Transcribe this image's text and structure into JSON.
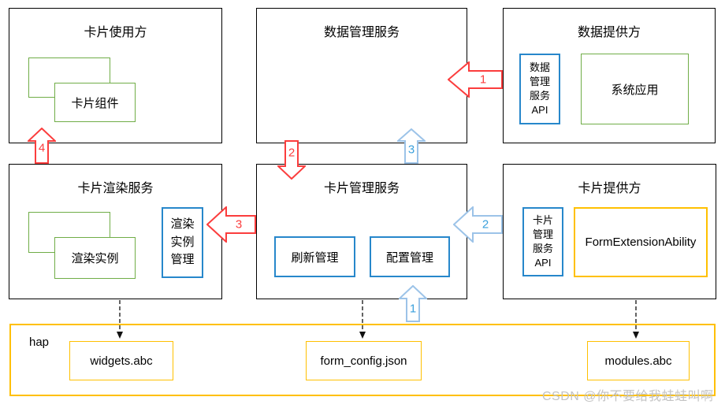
{
  "diagram": {
    "card_user": {
      "title": "卡片使用方",
      "component": "卡片组件"
    },
    "data_service": {
      "title": "数据管理服务"
    },
    "data_provider": {
      "title": "数据提供方",
      "api": "数据\n管理\n服务\nAPI",
      "system_app": "系统应用"
    },
    "render_service": {
      "title": "卡片渲染服务",
      "instance": "渲染实例",
      "instance_mgmt": "渲染\n实例\n管理"
    },
    "card_service": {
      "title": "卡片管理服务",
      "refresh": "刷新管理",
      "config": "配置管理"
    },
    "card_provider": {
      "title": "卡片提供方",
      "api": "卡片\n管理\n服务\nAPI",
      "form_ability": "FormExtensionAbility"
    },
    "hap": {
      "label": "hap",
      "widgets": "widgets.abc",
      "form_config": "form_config.json",
      "modules": "modules.abc"
    }
  },
  "arrows": {
    "red_1": "1",
    "red_2": "2",
    "red_3": "3",
    "red_4": "4",
    "blue_1": "1",
    "blue_2": "2",
    "blue_3": "3"
  },
  "colors": {
    "red_arrow": "#fb3d3d",
    "blue_arrow_outline": "#9cc3e8",
    "blue_arrow_number": "#3aa0dc",
    "blue_box_border": "#2787cb",
    "green_box_border": "#70ad47",
    "yellow_border": "#ffc000"
  },
  "watermark": "CSDN @你不要给我蛙蛙叫啊"
}
